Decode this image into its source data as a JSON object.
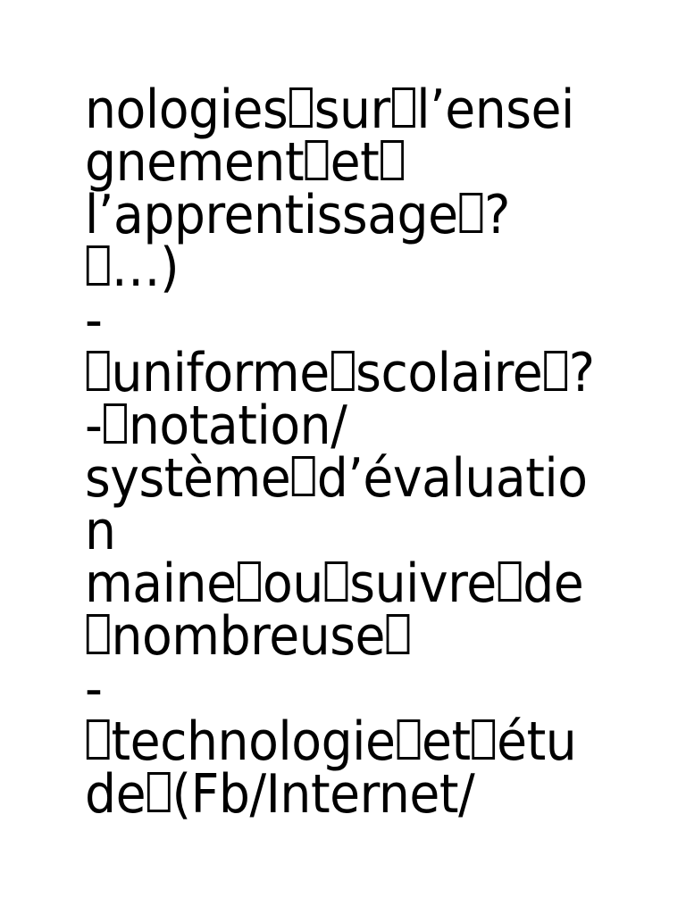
{
  "page": {
    "background_color": "#ffffff",
    "text_color": "#000000"
  },
  "document": {
    "missing_glyph_symbol": "□",
    "lines": [
      "nologies□sur□l’ensei",
      "gnement□et□",
      "l’apprentissage□?",
      "□…)",
      "-",
      "□uniforme□scolaire□?",
      "-□notation/",
      "système□d’évaluatio",
      "n",
      "maine□ou□suivre□de",
      "□nombreuse□",
      "-",
      "□technologie□et□étu",
      "de□(Fb/Internet/"
    ]
  }
}
